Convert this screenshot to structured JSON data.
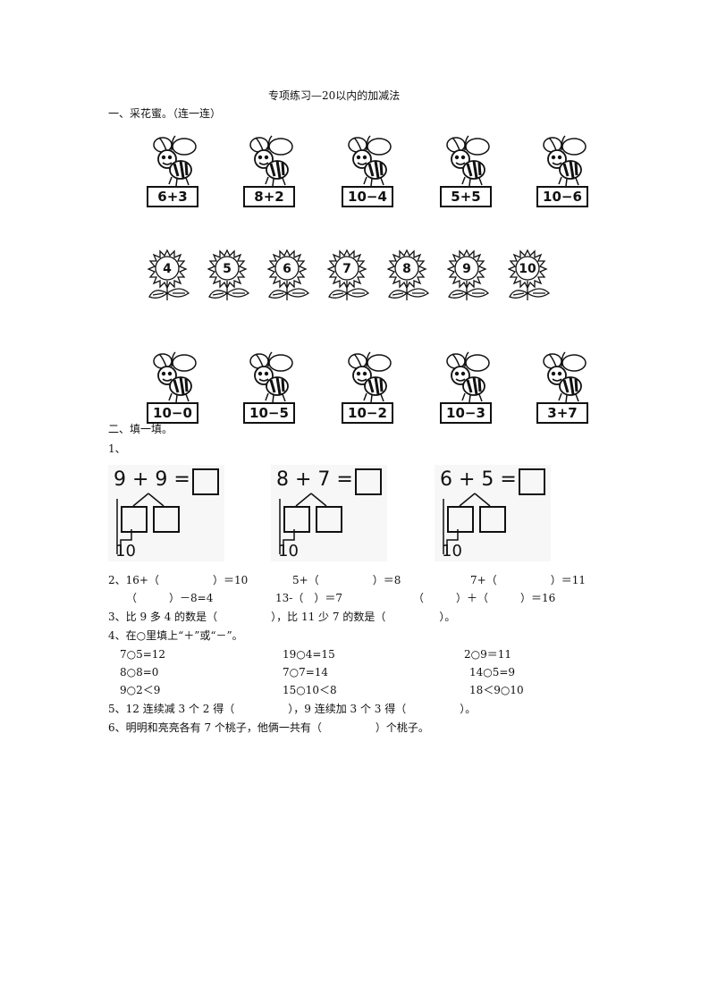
{
  "title": "专项练习—20以内的加减法",
  "section1": {
    "heading": "一、采花蜜。（连一连）",
    "top_bees": [
      "6+3",
      "8+2",
      "10−4",
      "5+5",
      "10−6"
    ],
    "flowers": [
      "4",
      "5",
      "6",
      "7",
      "8",
      "9",
      "10"
    ],
    "bottom_bees": [
      "10−0",
      "10−5",
      "10−2",
      "10−3",
      "3+7"
    ]
  },
  "section2": {
    "heading": "二、填一填。",
    "q1_label": "1、",
    "make_ten": [
      {
        "equation": "9 + 9 =",
        "ten": "10"
      },
      {
        "equation": "8 + 7 =",
        "ten": "10"
      },
      {
        "equation": "6 + 5 =",
        "ten": "10"
      }
    ],
    "q2": {
      "line1": [
        "2、16+（　　　　　）＝10",
        "5+（　　　　　）＝8",
        "7+（　　　　　）＝11"
      ],
      "line2": [
        "（　　　）－8=4",
        "13-（　）＝7",
        "（　　　）＋（　　　）＝16"
      ]
    },
    "q3": "3、比 9 多 4 的数是（　　　　　），比 11 少 7 的数是（　　　　　）。",
    "q4": {
      "label": "4、在○里填上“＋”或“－”。",
      "rows": [
        [
          "7○5=12",
          "19○4=15",
          "2○9＝11"
        ],
        [
          "8○8=0",
          "7○7=14",
          "14○5=9"
        ],
        [
          "9○2＜9",
          "15○10＜8",
          "18＜9○10"
        ]
      ]
    },
    "q5": "5、12 连续减 3 个 2 得（　　　　　），9 连续加 3 个 3 得（　　　　　）。",
    "q6": "6、明明和亮亮各有 7 个桃子，他俩一共有（　　　　　）个桃子。"
  },
  "icons": {
    "bee": "bee-icon",
    "flower": "sunflower-icon"
  }
}
